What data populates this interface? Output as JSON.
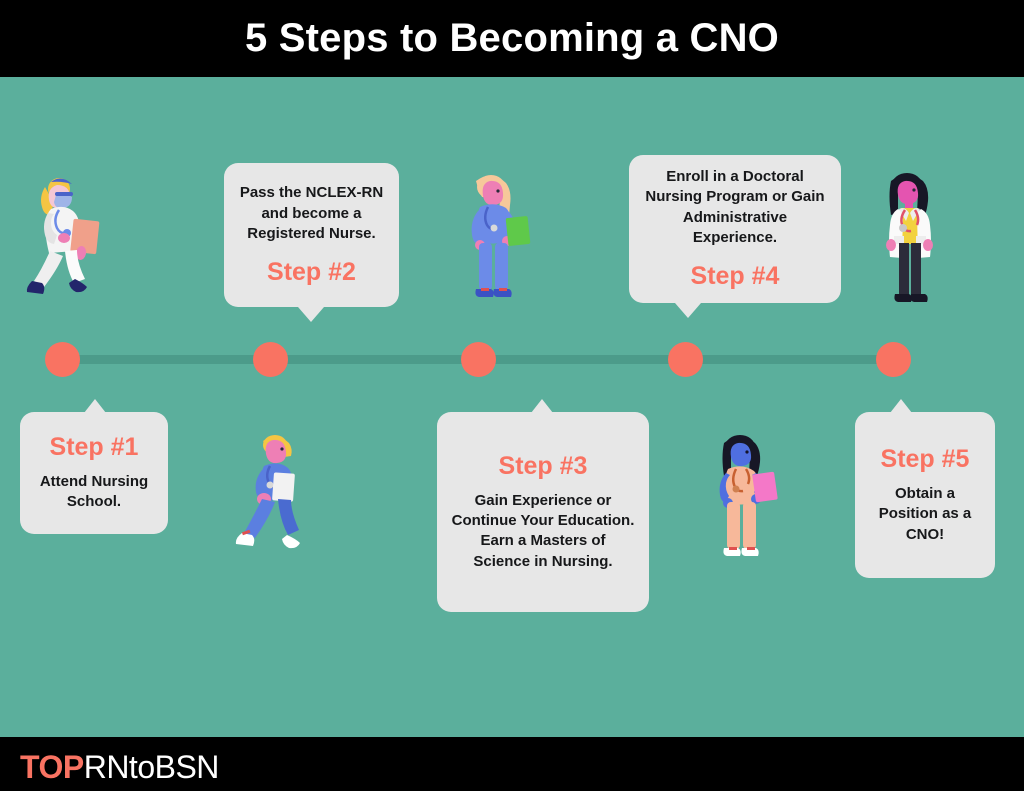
{
  "header": {
    "title": "5 Steps to Becoming a CNO"
  },
  "footer": {
    "logo_top": "TOP",
    "logo_rest": "RNtoBSN"
  },
  "colors": {
    "background": "#5BAF9C",
    "bar": "#000000",
    "accent_coral": "#F97362",
    "card_bg": "#E7E7E7",
    "timeline_line": "#4C9B8A",
    "body_text": "#17181A",
    "title_text": "#FFFFFF"
  },
  "timeline": {
    "dot_count": 5,
    "dot_positions_x": [
      62,
      270,
      478,
      685,
      893
    ]
  },
  "steps": [
    {
      "id": 1,
      "step_label": "Step #1",
      "text": "Attend Nursing School.",
      "position": "below",
      "label_first": true
    },
    {
      "id": 2,
      "step_label": "Step #2",
      "text": "Pass the NCLEX-RN and become a Registered Nurse.",
      "position": "above",
      "label_first": false
    },
    {
      "id": 3,
      "step_label": "Step #3",
      "text": "Gain Experience or Continue Your Education. Earn a Masters of Science in Nursing.",
      "position": "below",
      "label_first": true
    },
    {
      "id": 4,
      "step_label": "Step #4",
      "text": "Enroll in a Doctoral Nursing Program or Gain Administrative Experience.",
      "position": "above",
      "label_first": false
    },
    {
      "id": 5,
      "step_label": "Step #5",
      "text": "Obtain a Position as a CNO!",
      "position": "below",
      "label_first": true
    }
  ],
  "figures": [
    {
      "id": 1,
      "description": "nurse-walking-white-coat-blonde-ponytail",
      "skin": "#F4C7D4",
      "hair": "#F5C543",
      "uniform": "#F4F4F4",
      "accent": "#F0A08A",
      "shoes": "#23256B"
    },
    {
      "id": 2,
      "description": "nurse-walking-blue-scrubs-blonde",
      "skin": "#EE7FB5",
      "hair": "#F5C543",
      "uniform": "#5B7FE0",
      "accent": "#F2F2F2",
      "shoes": "#FFFFFF"
    },
    {
      "id": 3,
      "description": "nurse-standing-blue-scrubs-long-blonde-hair-green-clipboard",
      "skin": "#EE7FB5",
      "hair": "#F6C89A",
      "uniform": "#6C8BE8",
      "accent": "#5FC94A",
      "shoes": "#3B52C4"
    },
    {
      "id": 4,
      "description": "nurse-standing-peach-scrubs-dark-hair-pink-clipboard",
      "skin": "#4F6FE0",
      "hair": "#171726",
      "uniform": "#F7B89A",
      "accent": "#F478C8",
      "shoes": "#FFFFFF"
    },
    {
      "id": 5,
      "description": "doctor-standing-white-lab-coat-dark-bob-yellow-shirt",
      "skin": "#E454B0",
      "hair": "#171726",
      "uniform": "#FAFAFA",
      "accent": "#F2D23F",
      "shoes": "#171726"
    }
  ]
}
